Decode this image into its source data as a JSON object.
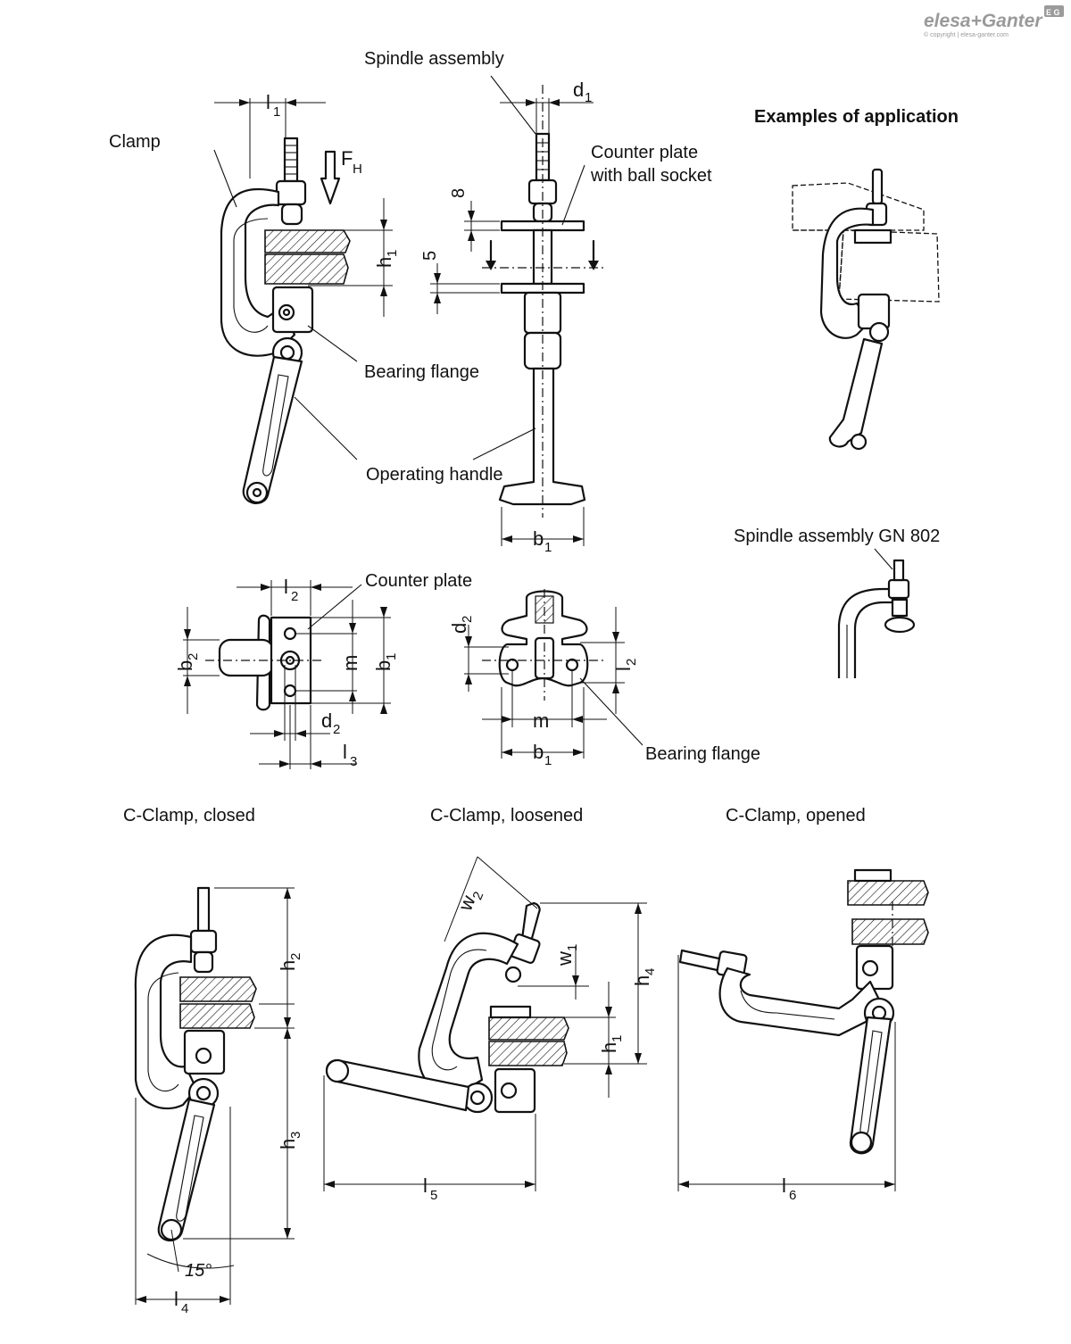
{
  "logo": {
    "text": "elesa+Ganter",
    "badge": "E G",
    "copyright": "© copyright | elesa-ganter.com",
    "color": "#9a9a9a"
  },
  "labels": {
    "clamp": "Clamp",
    "spindle_assembly": "Spindle assembly",
    "counter_plate_ball_socket_1": "Counter plate",
    "counter_plate_ball_socket_2": "with ball socket",
    "bearing_flange_top": "Bearing flange",
    "operating_handle": "Operating handle",
    "counter_plate": "Counter plate",
    "bearing_flange_bottom": "Bearing flange",
    "examples_of_application": "Examples of application",
    "spindle_assembly_gn802": "Spindle assembly GN 802",
    "c_clamp_closed": "C-Clamp, closed",
    "c_clamp_loosened": "C-Clamp, loosened",
    "c_clamp_opened": "C-Clamp, opened"
  },
  "dimensions": {
    "l": "l",
    "d": "d",
    "F": "F",
    "h": "h",
    "b": "b",
    "m": "m",
    "w": "w",
    "sub_1": "1",
    "sub_2": "2",
    "sub_3": "3",
    "sub_4": "4",
    "sub_5": "5",
    "sub_6": "6",
    "sub_H": "H",
    "eight": "8",
    "five": "5",
    "angle_15": "15°"
  }
}
